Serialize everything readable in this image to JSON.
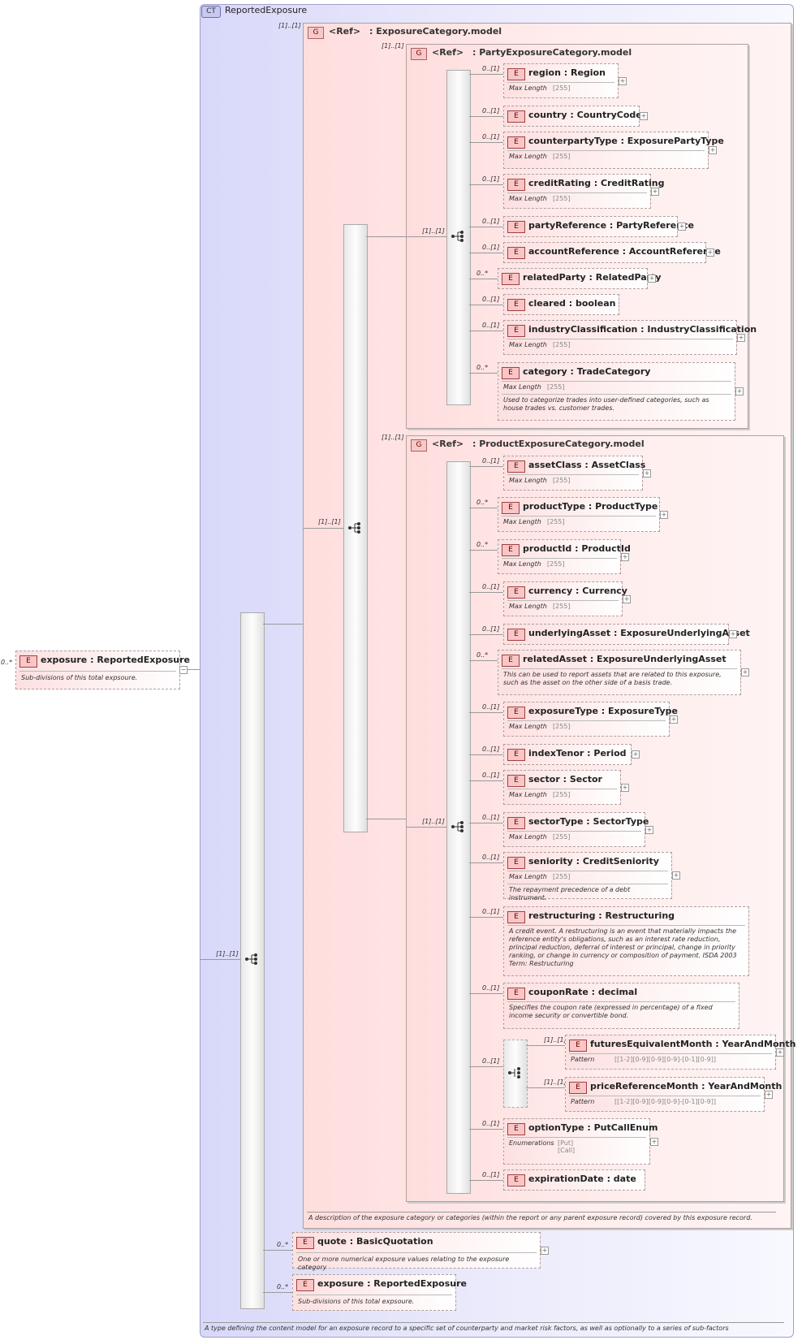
{
  "complex_type": {
    "badge": "CT",
    "name": "ReportedExposure",
    "doc": "A type defining the content model for an exposure record to a specific set of counterparty and market risk factors, as well as optionally to a series of sub-factors"
  },
  "root": {
    "card": "0..*",
    "badge": "E",
    "name": "exposure",
    "type": "ReportedExposure",
    "doc": "Sub-divisions of this total expsoure."
  },
  "main_seq_card": "[1]..[1]",
  "category_model": {
    "card": "[1]..[1]",
    "badge": "G",
    "ref": "<Ref>",
    "name": ": ExposureCategory.model",
    "inner_card": "[1]..[1]",
    "doc": "A description of the exposure category or categories (within the report or any parent exposure record) covered by this exposure record."
  },
  "party_model": {
    "card": "[1]..[1]",
    "badge": "G",
    "ref": "<Ref>",
    "name": ": PartyExposureCategory.model",
    "seq_card": "[1]..[1]",
    "elements": [
      {
        "card": "0..[1]",
        "badge": "E",
        "name": "region : Region",
        "facet": "Max Length",
        "value": "[255]"
      },
      {
        "card": "0..[1]",
        "badge": "E",
        "name": "country : CountryCode"
      },
      {
        "card": "0..[1]",
        "badge": "E",
        "name": "counterpartyType : ExposurePartyType",
        "facet": "Max Length",
        "value": "[255]"
      },
      {
        "card": "0..[1]",
        "badge": "E",
        "name": "creditRating : CreditRating",
        "facet": "Max Length",
        "value": "[255]"
      },
      {
        "card": "0..[1]",
        "badge": "E",
        "name": "partyReference : PartyReference"
      },
      {
        "card": "0..[1]",
        "badge": "E",
        "name": "accountReference : AccountReference"
      },
      {
        "card": "0..*",
        "badge": "E",
        "name": "relatedParty : RelatedParty"
      },
      {
        "card": "0..[1]",
        "badge": "E",
        "name": "cleared : boolean"
      },
      {
        "card": "0..[1]",
        "badge": "E",
        "name": "industryClassification : IndustryClassification",
        "facet": "Max Length",
        "value": "[255]"
      },
      {
        "card": "0..*",
        "badge": "E",
        "name": "category : TradeCategory",
        "facet": "Max Length",
        "value": "[255]",
        "doc": "Used to categorize trades into user-defined categories, such as house trades vs. customer trades."
      }
    ]
  },
  "product_model": {
    "card": "[1]..[1]",
    "badge": "G",
    "ref": "<Ref>",
    "name": ": ProductExposureCategory.model",
    "seq_card": "[1]..[1]",
    "elements": [
      {
        "card": "0..[1]",
        "badge": "E",
        "name": "assetClass : AssetClass",
        "facet": "Max Length",
        "value": "[255]"
      },
      {
        "card": "0..*",
        "badge": "E",
        "name": "productType : ProductType",
        "facet": "Max Length",
        "value": "[255]"
      },
      {
        "card": "0..*",
        "badge": "E",
        "name": "productId : ProductId",
        "facet": "Max Length",
        "value": "[255]"
      },
      {
        "card": "0..[1]",
        "badge": "E",
        "name": "currency : Currency",
        "facet": "Max Length",
        "value": "[255]"
      },
      {
        "card": "0..[1]",
        "badge": "E",
        "name": "underlyingAsset : ExposureUnderlyingAsset"
      },
      {
        "card": "0..*",
        "badge": "E",
        "name": "relatedAsset : ExposureUnderlyingAsset",
        "doc": "This can be used to report assets that are related to this exposure, such as the asset on the other side of a basis trade."
      },
      {
        "card": "0..[1]",
        "badge": "E",
        "name": "exposureType : ExposureType",
        "facet": "Max Length",
        "value": "[255]"
      },
      {
        "card": "0..[1]",
        "badge": "E",
        "name": "indexTenor : Period"
      },
      {
        "card": "0..[1]",
        "badge": "E",
        "name": "sector : Sector",
        "facet": "Max Length",
        "value": "[255]"
      },
      {
        "card": "0..[1]",
        "badge": "E",
        "name": "sectorType : SectorType",
        "facet": "Max Length",
        "value": "[255]"
      },
      {
        "card": "0..[1]",
        "badge": "E",
        "name": "seniority : CreditSeniority",
        "facet": "Max Length",
        "value": "[255]",
        "doc": "The repayment precedence of a debt instrument."
      },
      {
        "card": "0..[1]",
        "badge": "E",
        "name": "restructuring : Restructuring",
        "doc": "A credit event. A restructuring is an event that materially impacts the reference entity's obligations, such as an interest rate reduction, principal reduction, deferral of interest or principal, change in priority ranking, or change in currency or composition of payment. ISDA 2003 Term: Restructuring"
      },
      {
        "card": "0..[1]",
        "badge": "E",
        "name": "couponRate : decimal",
        "doc": "Specifies the coupon rate (expressed in percentage) of a fixed income security or convertible bond."
      },
      {
        "card": "0..[1]",
        "choice": true,
        "items": [
          {
            "card": "[1]..[1]",
            "badge": "E",
            "name": "futuresEquivalentMonth : YearAndMonth",
            "facet": "Pattern",
            "value": "[[1-2][0-9][0-9][0-9]-[0-1][0-9]]"
          },
          {
            "card": "[1]..[1]",
            "badge": "E",
            "name": "priceReferenceMonth : YearAndMonth",
            "facet": "Pattern",
            "value": "[[1-2][0-9][0-9][0-9]-[0-1][0-9]]"
          }
        ]
      },
      {
        "card": "0..[1]",
        "badge": "E",
        "name": "optionType : PutCallEnum",
        "facet": "Enumerations",
        "value": "[Put]",
        "value2": "[Call]"
      },
      {
        "card": "0..[1]",
        "badge": "E",
        "name": "expirationDate : date"
      }
    ]
  },
  "quote": {
    "card": "0..*",
    "badge": "E",
    "name": "quote : BasicQuotation",
    "doc": "One or more numerical exposure values relating to the exposure category"
  },
  "sub_exposure": {
    "card": "0..*",
    "badge": "E",
    "name": "exposure : ReportedExposure",
    "doc": "Sub-divisions of this total expsoure."
  }
}
